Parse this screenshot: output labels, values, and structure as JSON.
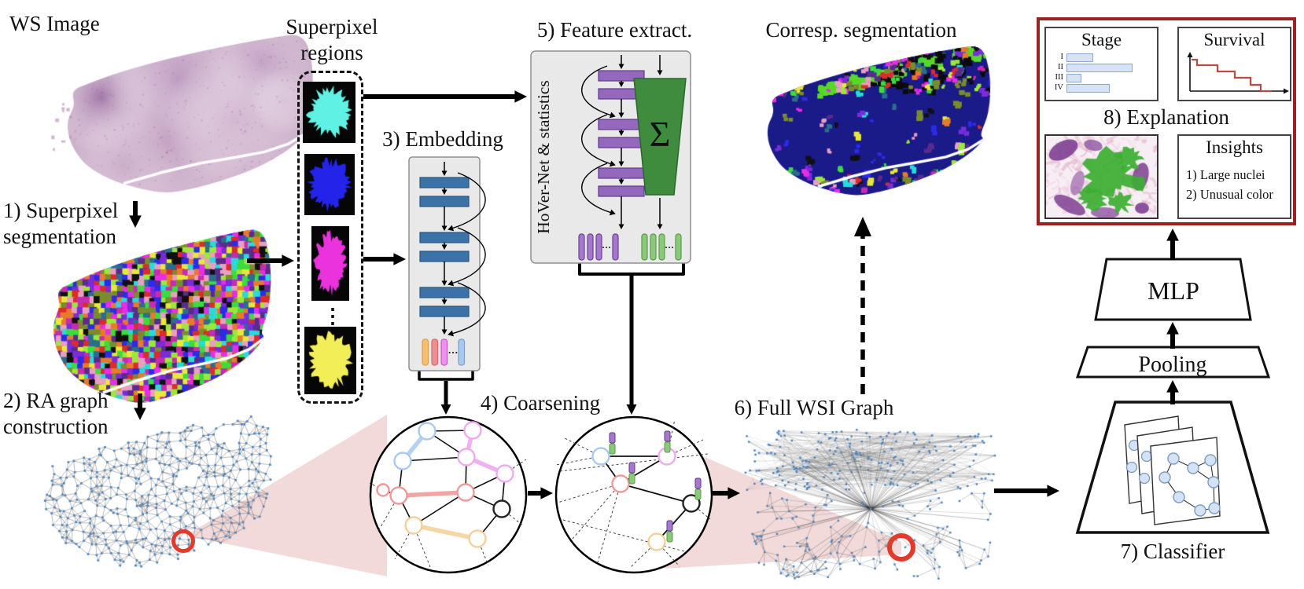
{
  "figure": {
    "ws_image_label": "WS Image",
    "step1_line1": "1) Superpixel",
    "step1_line2": "segmentation",
    "regions_line1": "Superpixel",
    "regions_line2": "regions",
    "step2_line1": "2) RA graph",
    "step2_line2": "construction",
    "step3_label": "3) Embedding",
    "step4_label": "4) Coarsening",
    "step5_label": "5) Feature extract.",
    "hovernet_label": "HoVer-Net & statistics",
    "sigma": "Σ",
    "step6_label": "6) Full WSI Graph",
    "corresp_label": "Corresp. segmentation",
    "mlp_label": "MLP",
    "pooling_label": "Pooling",
    "step7_label": "7) Classifier",
    "hdots": "···",
    "vdots": "⋮"
  },
  "explanation": {
    "step8_label": "8) Explanation",
    "stage_chart": {
      "type": "bar",
      "title": "Stage",
      "categories": [
        "I",
        "II",
        "III",
        "IV"
      ],
      "values": [
        0.41,
        1.0,
        0.23,
        0.66
      ]
    },
    "survival_chart": {
      "type": "line",
      "title": "Survival",
      "description": "step-down survival curve",
      "curve_color": "#b94a44"
    },
    "insights": {
      "title": "Insights",
      "items": [
        "1) Large nuclei",
        "2) Unusual color"
      ]
    }
  },
  "colors": {
    "text": "#111111",
    "cone_pink": "#f3dada",
    "explanation_border": "#9b2222",
    "box_fill": "#e9e9e9",
    "box_border": "#8f8f8f",
    "embed_bar": "#3d72a8",
    "hover_bar": "#9468bd",
    "sigma_green": "#3f8c3f",
    "small_bars_embed": [
      "#f5c06e",
      "#f08f8f",
      "#ee90ee",
      "#a8c8f0"
    ],
    "small_bar_purple": "#a678cc",
    "small_bar_green": "#8cc87a",
    "node_blue": "#a9c9ee",
    "node_violet": "#eeaaee",
    "node_red": "#ee9999",
    "node_orange": "#f3cf9b",
    "node_black": "#222222",
    "edge_blue": "#b5d2f2",
    "edge_violet": "#f2b0f2",
    "edge_red": "#f2a5a5",
    "edge_orange": "#f5d6a5",
    "graph_dot": "#4d86c0",
    "red_ring": "#e23b2c",
    "navy_bg": "#1a1a88",
    "stage_bar_fill": "#d7e3f4",
    "stage_bar_border": "#8fa9cc",
    "classifier_node": "#d4e2f5",
    "region_tiles": [
      "#5ff2e4",
      "#2323ea",
      "#ea32dd",
      "#f2ee58"
    ],
    "seg_palette": [
      "#e62ee6",
      "#2b2be8",
      "#3ddb3d",
      "#2bd9d9",
      "#e8e83a",
      "#db2b2b",
      "#101010",
      "#e87a2b",
      "#7a2bdb",
      "#7a8c2b",
      "#c92bb0",
      "#2b6e8c",
      "#9be83a",
      "#e8a0c0",
      "#5a2b8c"
    ]
  }
}
